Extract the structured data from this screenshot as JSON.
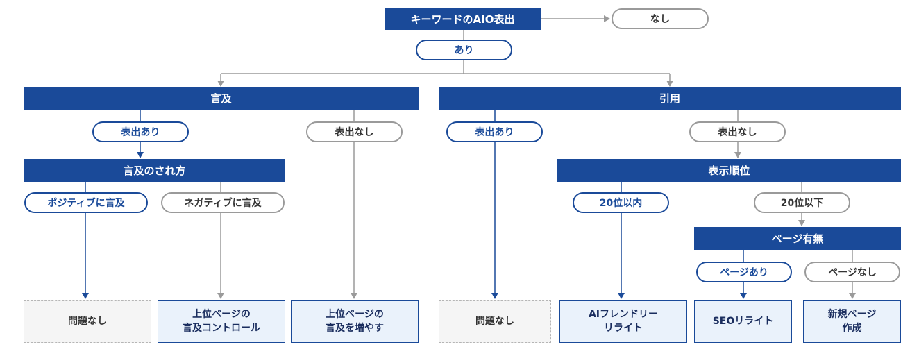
{
  "colors": {
    "primary": "#1a4a99",
    "line_gray": "#9a9a9a",
    "box_fill": "#eaf2fb",
    "neutral_fill": "#f5f5f5"
  },
  "root": "キーワードのAIO表出",
  "root_no": "なし",
  "root_yes": "あり",
  "mention": {
    "title": "言及",
    "shown": "表出あり",
    "not_shown": "表出なし",
    "how": "言及のされ方",
    "positive": "ポジティブに言及",
    "negative": "ネガティブに言及",
    "result_none": "問題なし",
    "result_control": [
      "上位ページの",
      "言及コントロール"
    ],
    "result_increase": [
      "上位ページの",
      "言及を増やす"
    ]
  },
  "citation": {
    "title": "引用",
    "shown": "表出あり",
    "not_shown": "表出なし",
    "rank": "表示順位",
    "top20": "20位以内",
    "below20": "20位以下",
    "page_exists": "ページ有無",
    "page_yes": "ページあり",
    "page_no": "ページなし",
    "result_none": "問題なし",
    "result_ai": [
      "AIフレンドリー",
      "リライト"
    ],
    "result_seo": "SEOリライト",
    "result_new": [
      "新規ページ",
      "作成"
    ]
  }
}
